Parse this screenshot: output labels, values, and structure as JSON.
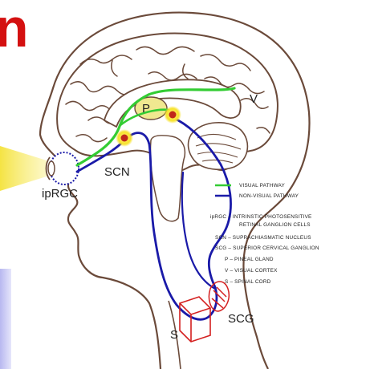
{
  "colors": {
    "visual_pathway": "#33cc33",
    "non_visual_pathway": "#1a1aa8",
    "outline": "#6b4a3a",
    "pineal_fill": "#f0e890",
    "node_glow": "#f7e22c",
    "node_core": "#c0281a",
    "light_beam": "#f4e23a",
    "title_red": "#d41010",
    "side_bar": "#c8c8f4"
  },
  "title_fragment": "n",
  "labels": {
    "p": "P",
    "v": "V",
    "scn": "SCN",
    "iprgc": "ipRGC",
    "s": "S",
    "scg": "SCG"
  },
  "legend": {
    "visual": "VISUAL PATHWAY",
    "nonvisual": "NON-VISUAL PATHWAY",
    "iprgc_line1": "ipRGC  –  INTRINSTIC PHOTOSENSITIVE",
    "iprgc_line2": "RETINAL GANGLION CELLS",
    "scn": "SCN  –  SUPRACHIASMATIC NUCLEUS",
    "scg": "SCG  –  SUPERIOR CERVICAL GANGLION",
    "p": "P  –  PINEAL GLAND",
    "v": "V  –  VISUAL CORTEX",
    "s": "S  –  SPINAL CORD"
  }
}
